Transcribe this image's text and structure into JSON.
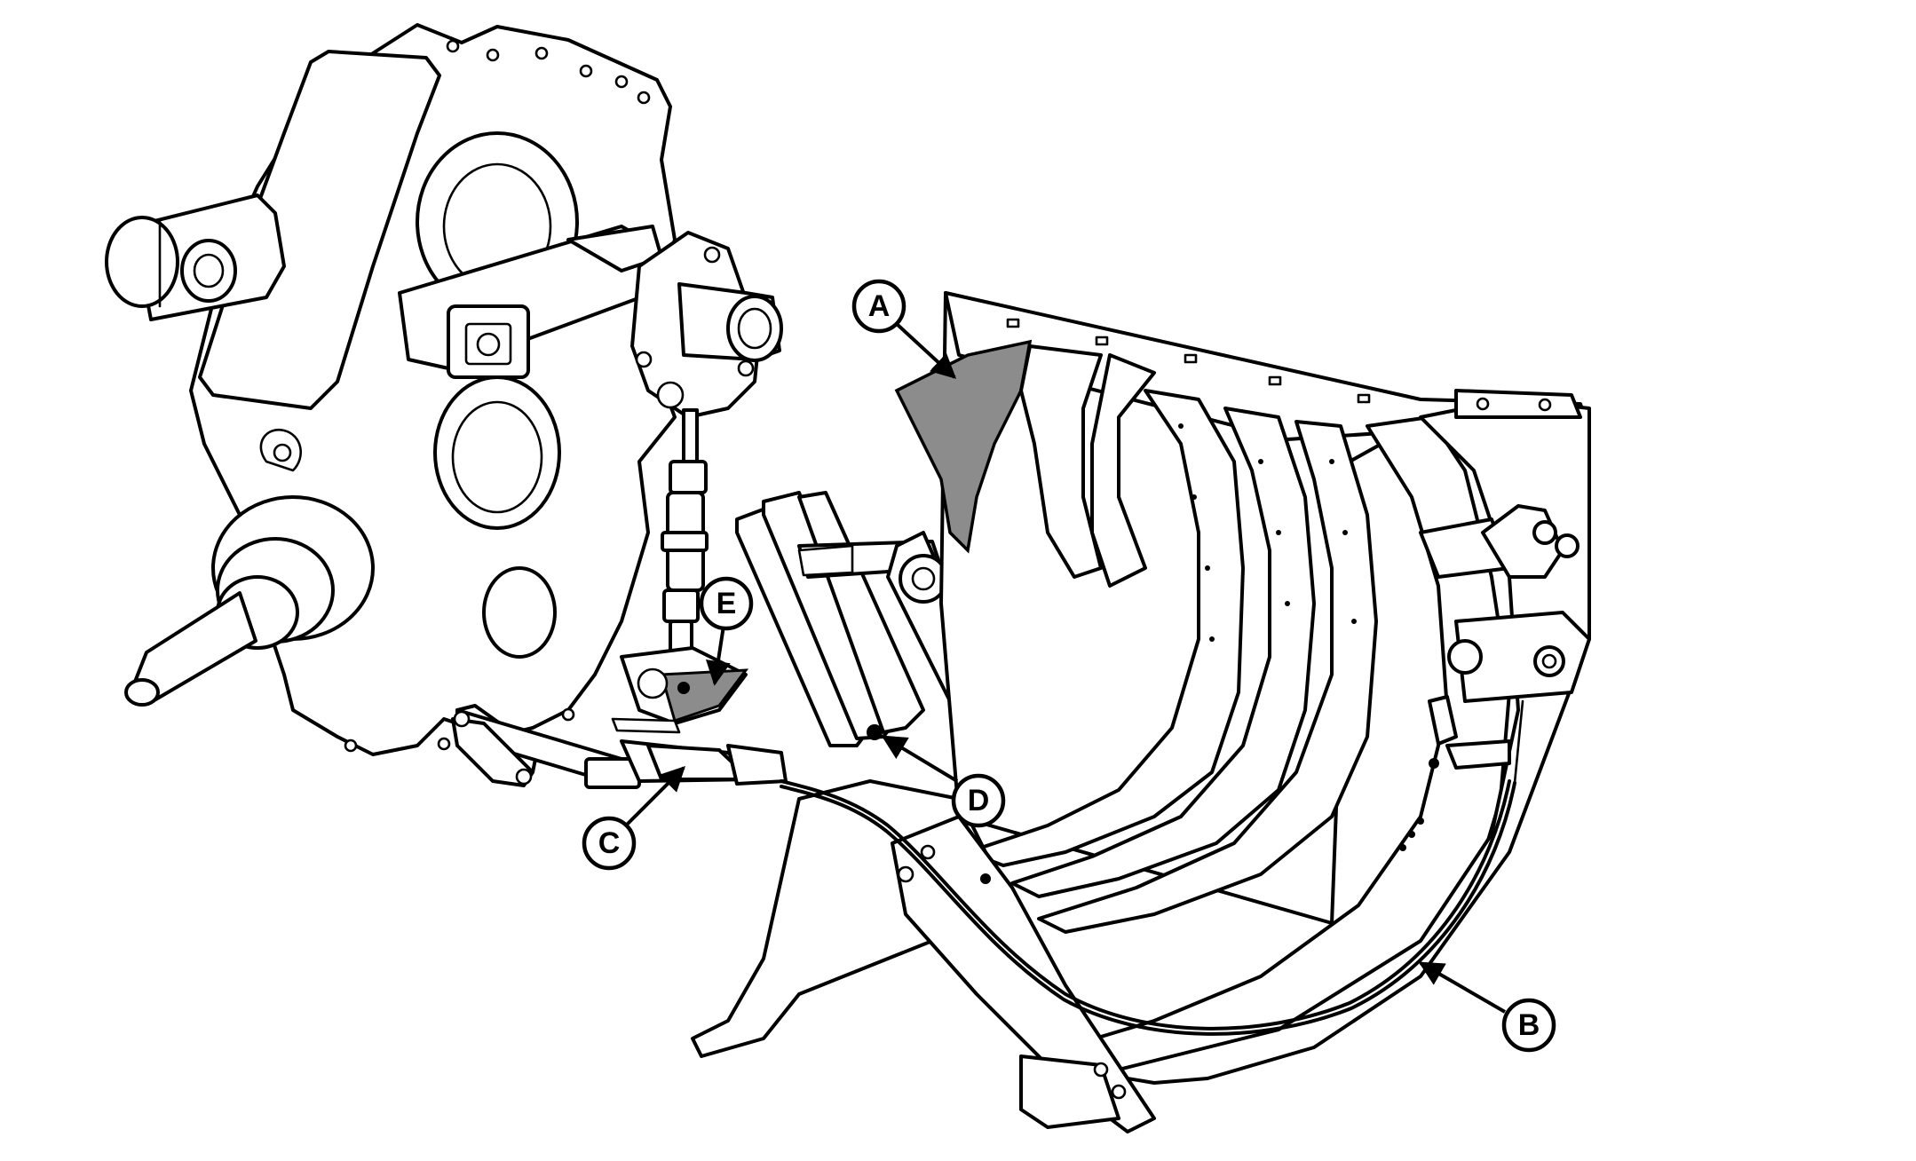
{
  "callouts": {
    "a": {
      "label": "A"
    },
    "b": {
      "label": "B"
    },
    "c": {
      "label": "C"
    },
    "d": {
      "label": "D"
    },
    "e": {
      "label": "E"
    }
  },
  "colors": {
    "line": "#000000",
    "background": "#ffffff",
    "highlight": "#8c8c8c",
    "highlight_light": "#c8c8c8"
  }
}
